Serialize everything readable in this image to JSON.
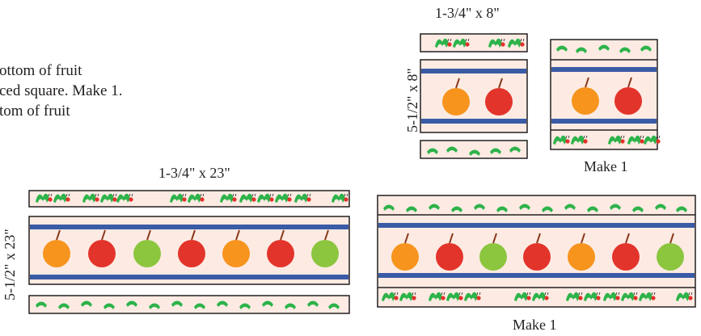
{
  "instructions": {
    "line1": "ottom of fruit",
    "line2": "ced square. Make 1.",
    "line3": "tom of fruit"
  },
  "small_block": {
    "top_dimension": "1-3/4\" x 8\"",
    "side_dimension": "5-1/2\" x 8\"",
    "fruits": [
      "orange",
      "red"
    ],
    "make_label": "Make 1"
  },
  "large_block": {
    "top_dimension": "1-3/4\" x 23\"",
    "side_dimension": "5-1/2\" x 23\"",
    "fruits": [
      "orange",
      "red",
      "green",
      "red",
      "orange",
      "red",
      "green"
    ],
    "make_label": "Make 1"
  },
  "colors": {
    "background_fabric": "#fdebe3",
    "blue_stripe": "#3a5ba6",
    "caterpillar_green": "#2db34a",
    "caterpillar_head": "#e3322b",
    "orange_fruit": "#f7941e",
    "red_fruit": "#e3342b",
    "green_fruit": "#8cc63f",
    "stem": "#8b3a1e",
    "outline": "#231f20"
  }
}
